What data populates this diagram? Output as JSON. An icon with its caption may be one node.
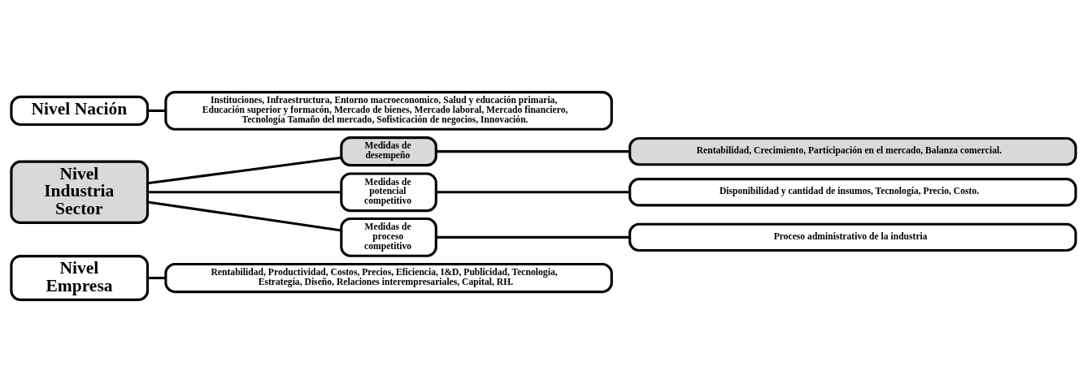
{
  "diagram": {
    "nodes": [
      {
        "text": [
          "Nivel Empresa"
        ]
      },
      {
        "text": [
          "Rentabilidad, Productividad, Costos, Precios, Eficiencia, I&D, Publicidad, Tecnología, Estrategía, Diseño, Relaciones interempresariales, Capital, RH."
        ]
      },
      {
        "text": [
          "Nivel Industria Sector"
        ]
      },
      {
        "text": [
          "Medidas de desempeño"
        ]
      },
      {
        "text": [
          "Rentabilidad, Crecimiento, Participación en el mercado, Balanza comercial."
        ]
      },
      {
        "text": [
          "Medidas de potencial competitivo"
        ]
      },
      {
        "text": [
          "Disponibilidad y cantidad de insumos, Tecnología, Precio, Costo."
        ]
      },
      {
        "text": [
          "Medidas de proceso competitivo"
        ]
      },
      {
        "text": [
          "Proceso administrativo de la industria"
        ]
      },
      {
        "text": [
          "Nivel Nación"
        ]
      },
      {
        "text": [
          "Instituciones, Infraestructura, Entorno macroeconomico, Salud y educación primaria, Educación superior y formacón, Mercado de bienes, Mercado laboral, Mercado financiero, Tecnología Tamaño del mercado, Sofisticación de negocios, Innovación."
        ]
      }
    ],
    "edges": [
      {
        "from": 0,
        "to": 1,
        "arrow": "none"
      },
      {
        "from": 2,
        "to": 3,
        "arrow": "none"
      },
      {
        "from": 2,
        "to": 5,
        "arrow": "none"
      },
      {
        "from": 2,
        "to": 7,
        "arrow": "none"
      },
      {
        "from": 3,
        "to": 4,
        "arrow": "none"
      },
      {
        "from": 5,
        "to": 6,
        "arrow": "none"
      },
      {
        "from": 7,
        "to": 8,
        "arrow": "none"
      },
      {
        "from": 9,
        "to": 10,
        "arrow": "none"
      }
    ]
  }
}
